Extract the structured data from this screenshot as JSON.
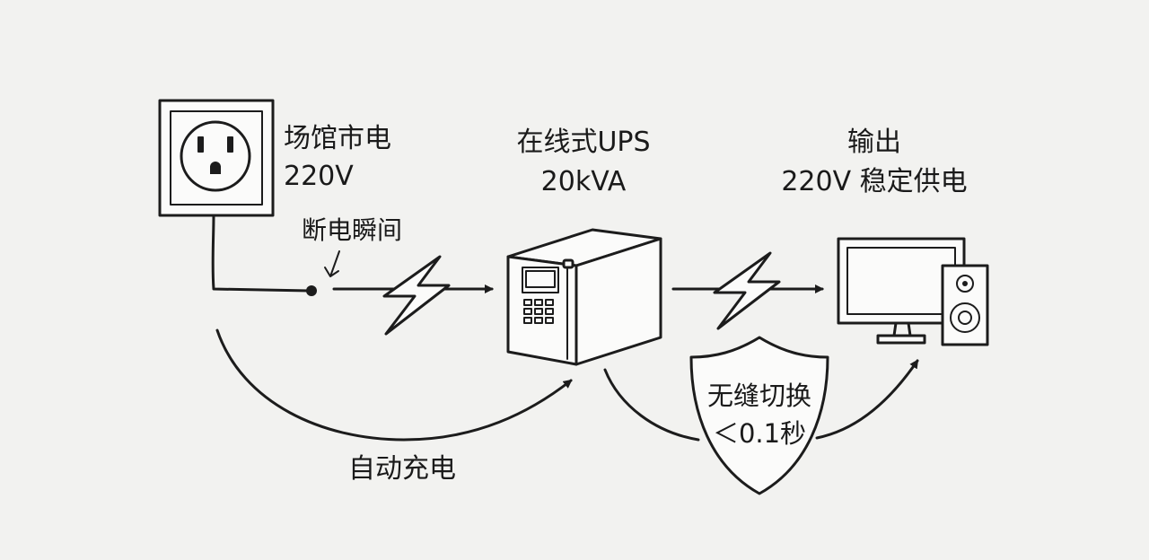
{
  "labels": {
    "source_title": "场馆市电",
    "source_voltage": "220V",
    "outage": "断电瞬间",
    "ups_title": "在线式UPS",
    "ups_capacity": "20kVA",
    "output_title": "输出",
    "output_detail": "220V 稳定供电",
    "charging": "自动充电",
    "switch_title": "无缝切换",
    "switch_time": "＜0.1秒"
  },
  "icons": {
    "outlet": "power-outlet-icon",
    "ups": "ups-cabinet-icon",
    "monitor": "monitor-icon",
    "speaker": "speaker-icon",
    "shield": "shield-icon",
    "bolt": "lightning-bolt-icon"
  }
}
